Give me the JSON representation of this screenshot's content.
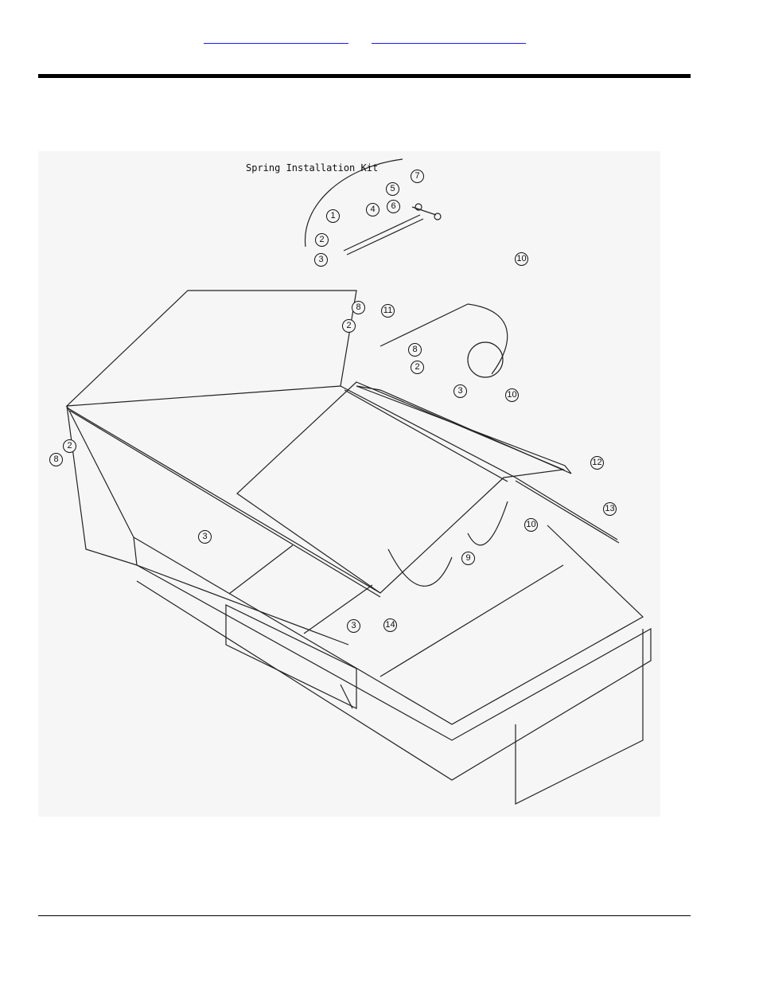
{
  "nav": {
    "link_1": "",
    "link_2": ""
  },
  "diagram": {
    "kit_title": "Spring Installation Kit",
    "callouts": [
      "1",
      "2",
      "3",
      "4",
      "5",
      "6",
      "7",
      "10",
      "8",
      "11",
      "2",
      "8",
      "2",
      "3",
      "10",
      "8",
      "2",
      "12",
      "13",
      "10",
      "3",
      "9",
      "14",
      "3"
    ]
  }
}
